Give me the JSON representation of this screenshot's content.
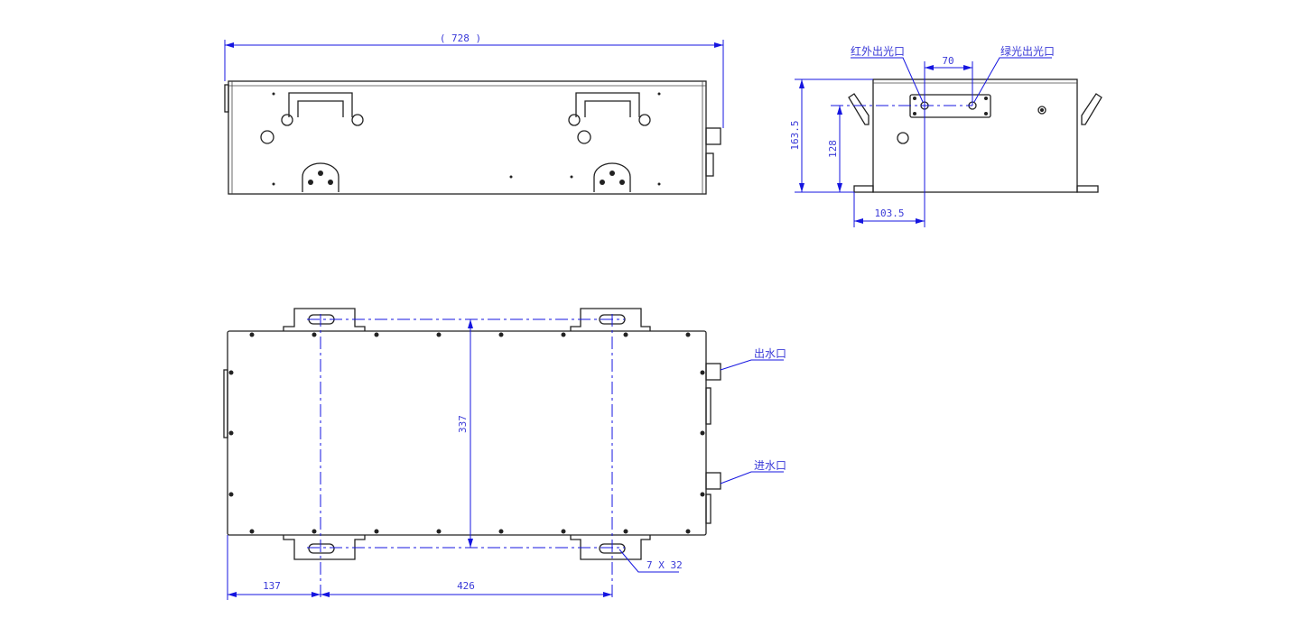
{
  "front_view": {
    "overall_length": "( 728 )"
  },
  "side_view": {
    "height_total": "163.5",
    "beam_height": "128",
    "beam_offset": "103.5",
    "beam_spacing": "70",
    "ir_output_label": "红外出光口",
    "green_output_label": "绿光出光口"
  },
  "top_view": {
    "depth": "337",
    "hole_offset": "137",
    "hole_spacing": "426",
    "slot_size": "7 X 32",
    "water_outlet_label": "出水口",
    "water_inlet_label": "进水口"
  },
  "colors": {
    "dimension": "#1515e0",
    "outline": "#222222"
  }
}
